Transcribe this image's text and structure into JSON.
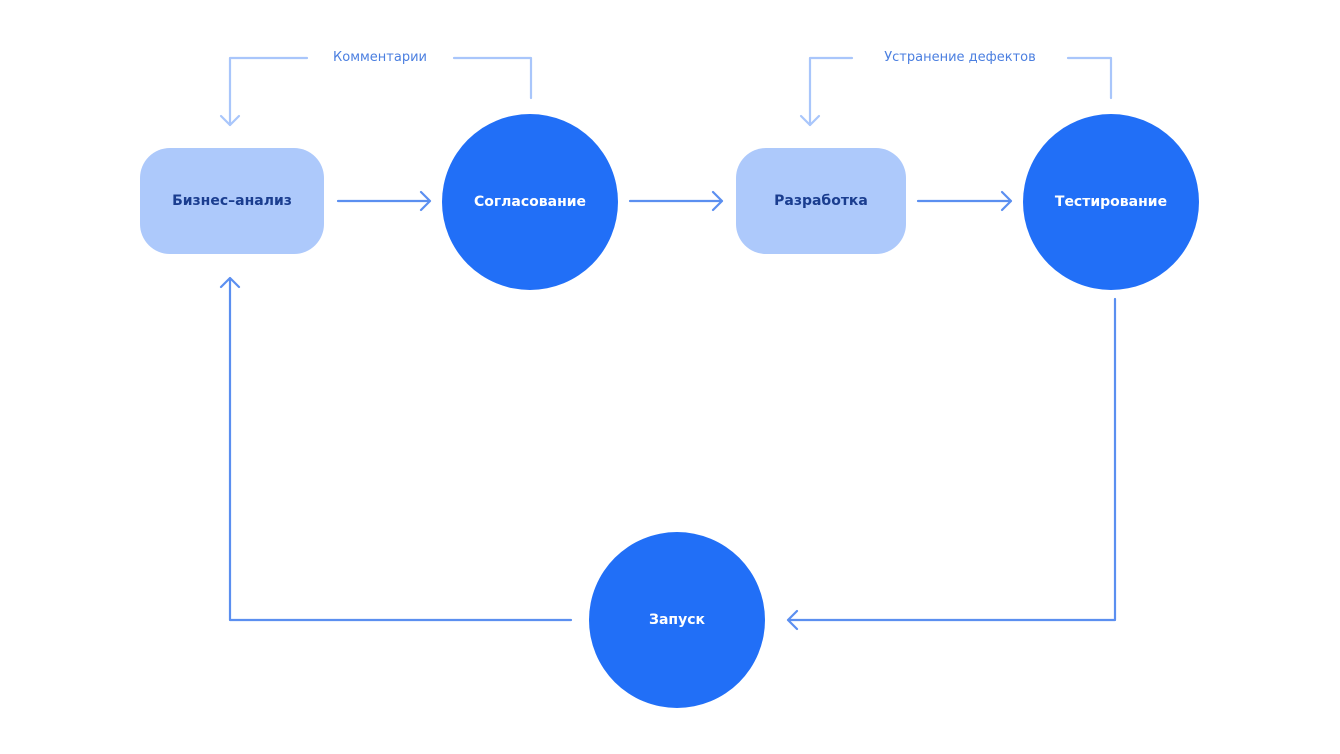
{
  "colors": {
    "box_fill": "#adc9fb",
    "box_text": "#1a3d8f",
    "circle_fill": "#216ff7",
    "circle_text": "#ffffff",
    "main_arrow": "#5b8ff0",
    "feedback_arrow": "#a9c6fb",
    "label_text": "#4b7fe0"
  },
  "nodes": {
    "business_analysis": "Бизнес–анализ",
    "approval": "Согласование",
    "development": "Разработка",
    "testing": "Тестирование",
    "launch": "Запуск"
  },
  "feedback_labels": {
    "comments": "Комментарии",
    "defect_fix": "Устранение дефектов"
  }
}
